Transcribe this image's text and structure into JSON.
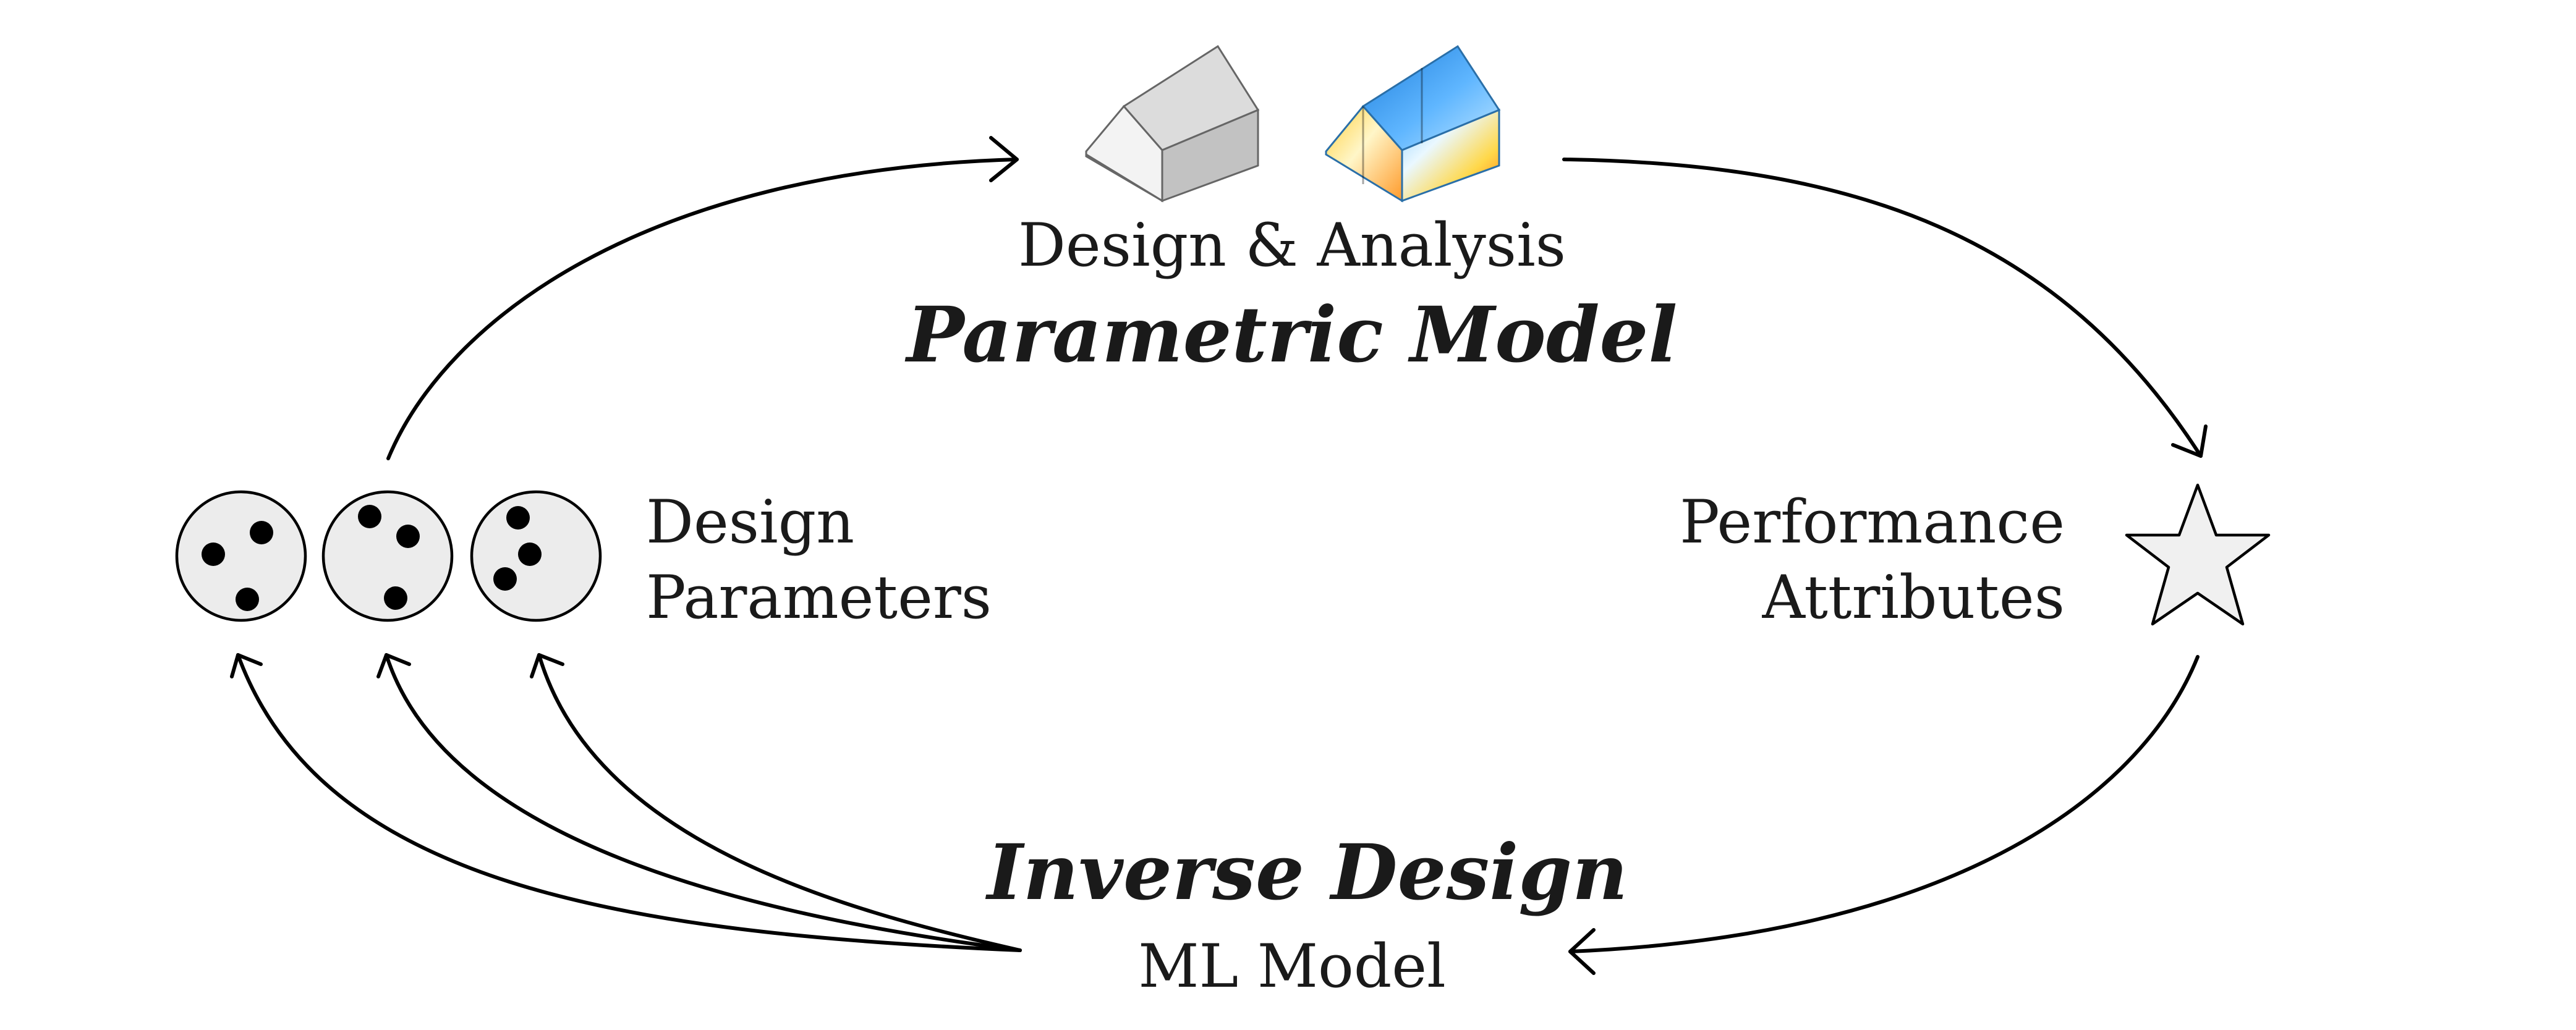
{
  "parametric_model": {
    "subtitle": "Design & Analysis",
    "title": "Parametric Model"
  },
  "design_parameters": {
    "line1": "Design",
    "line2": "Parameters"
  },
  "performance_attributes": {
    "line1": "Performance",
    "line2": "Attributes"
  },
  "inverse_design": {
    "title": "Inverse Design",
    "subtitle": "ML Model"
  },
  "colors": {
    "stroke": "#000000",
    "node_fill": "#ececec",
    "heat_blue": "#2f8fe0",
    "heat_yellow": "#ffd84a",
    "heat_orange": "#ff8a1a"
  }
}
